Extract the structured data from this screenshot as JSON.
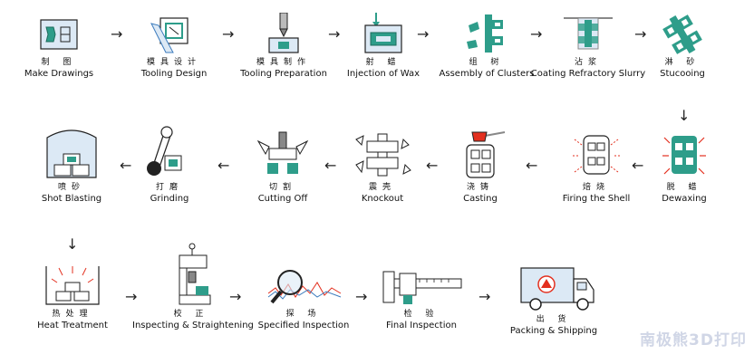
{
  "colors": {
    "metal": "#2e9d8a",
    "metal_dark": "#1d6b5c",
    "line": "#222222",
    "pale_blue": "#dce9f5",
    "flame": "#e3301f",
    "watermark": "#d0d6e6"
  },
  "steps": [
    {
      "cn": "制 图",
      "en": "Make Drawings",
      "icon": "drawing-icon"
    },
    {
      "cn": "模具设计",
      "en": "Tooling Design",
      "icon": "tooling-design-icon"
    },
    {
      "cn": "模具制作",
      "en": "Tooling Preparation",
      "icon": "tooling-preparation-icon"
    },
    {
      "cn": "射 蜡",
      "en": "Injection of Wax",
      "icon": "wax-injection-icon"
    },
    {
      "cn": "组 树",
      "en": "Assembly of Clusters",
      "icon": "cluster-assembly-icon"
    },
    {
      "cn": "沾浆",
      "en": "Coating Refractory Slurry",
      "icon": "slurry-coating-icon"
    },
    {
      "cn": "淋 砂",
      "en": "Stucooing",
      "icon": "stuccoing-icon"
    },
    {
      "cn": "脱 蜡",
      "en": "Dewaxing",
      "icon": "dewaxing-icon"
    },
    {
      "cn": "焙烧",
      "en": "Firing the Shell",
      "icon": "shell-firing-icon"
    },
    {
      "cn": "浇铸",
      "en": "Casting",
      "icon": "casting-icon"
    },
    {
      "cn": "震壳",
      "en": "Knockout",
      "icon": "knockout-icon"
    },
    {
      "cn": "切割",
      "en": "Cutting Off",
      "icon": "cutting-icon"
    },
    {
      "cn": "打磨",
      "en": "Grinding",
      "icon": "grinding-icon"
    },
    {
      "cn": "喷砂",
      "en": "Shot Blasting",
      "icon": "shot-blasting-icon"
    },
    {
      "cn": "热处理",
      "en": "Heat Treatment",
      "icon": "heat-treatment-icon"
    },
    {
      "cn": "校 正",
      "en": "Inspecting & Straightening",
      "icon": "straightening-icon"
    },
    {
      "cn": "探 场",
      "en": "Specified Inspection",
      "icon": "magnifier-inspection-icon"
    },
    {
      "cn": "检 验",
      "en": "Final Inspection",
      "icon": "caliper-icon"
    },
    {
      "cn": "出 货",
      "en": "Packing & Shipping",
      "icon": "truck-icon"
    }
  ],
  "watermark": "南极熊3D打印"
}
